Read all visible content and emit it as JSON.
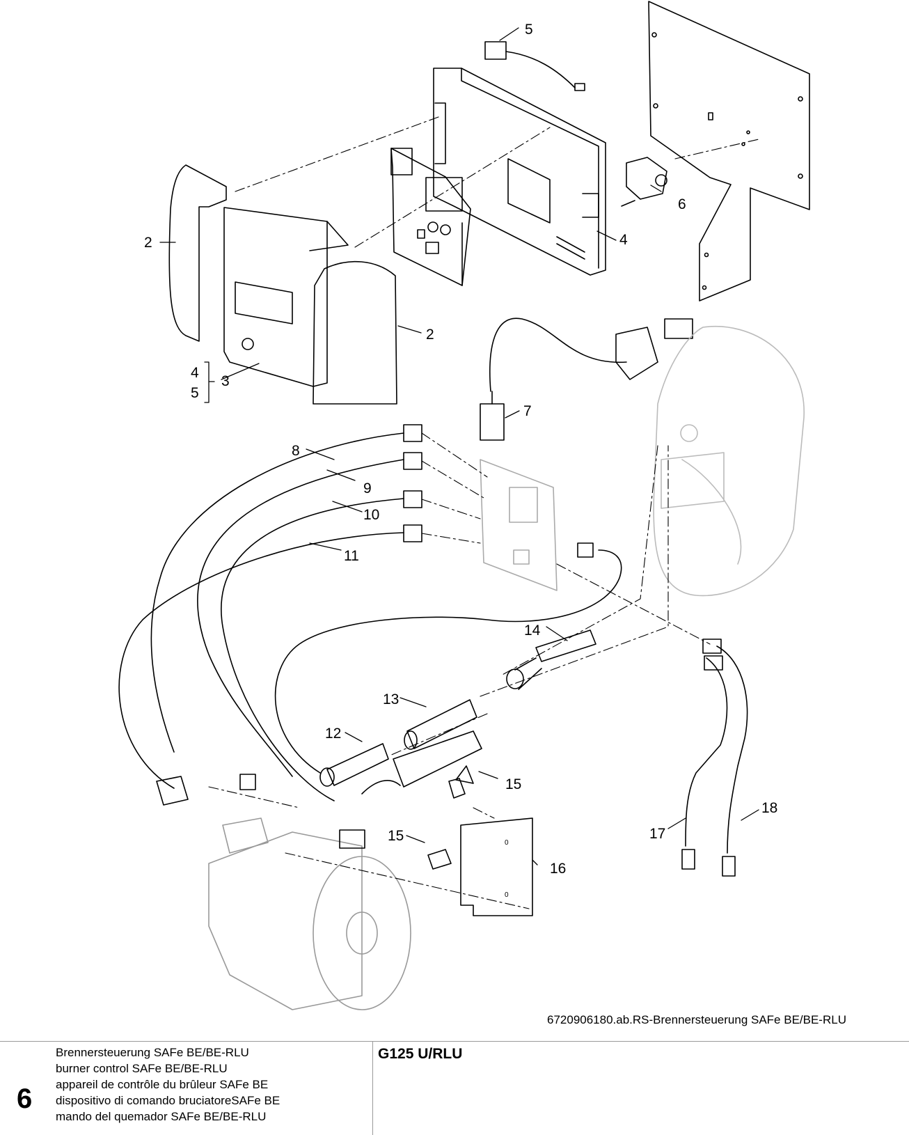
{
  "diagram": {
    "part_numbers": {
      "p2a": "2",
      "p2b": "2",
      "p3": "3",
      "p4a": "4",
      "p4b": "4",
      "p5a": "5",
      "p5b": "5",
      "p6": "6",
      "p7": "7",
      "p8": "8",
      "p9": "9",
      "p10": "10",
      "p11": "11",
      "p12": "12",
      "p13": "13",
      "p14": "14",
      "p15a": "15",
      "p15b": "15",
      "p16": "16",
      "p17": "17",
      "p18": "18"
    },
    "reference_code": "6720906180.ab.RS-Brennersteuerung SAFe BE/BE-RLU"
  },
  "footer": {
    "page_number": "6",
    "descriptions": [
      "Brennersteuerung SAFe BE/BE-RLU",
      "burner control SAFe BE/BE-RLU",
      "appareil de contrôle du brûleur SAFe BE",
      "dispositivo di comando bruciatoreSAFe BE",
      "mando del quemador SAFe BE/BE-RLU"
    ],
    "model": "G125 U/RLU"
  }
}
